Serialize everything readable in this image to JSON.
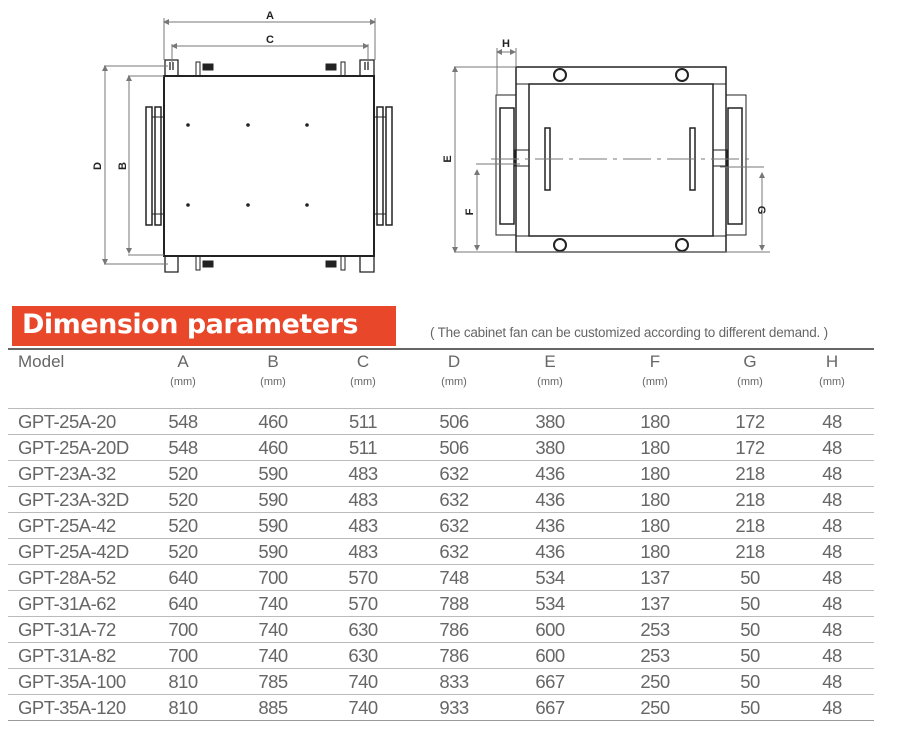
{
  "drawing_labels": {
    "A": "A",
    "B": "B",
    "C": "C",
    "D": "D",
    "E": "E",
    "F": "F",
    "G": "G",
    "H": "H"
  },
  "section": {
    "title": "Dimension parameters",
    "note": "( The cabinet fan can be customized according to different demand. )"
  },
  "table": {
    "headers": [
      {
        "label": "Model",
        "unit": ""
      },
      {
        "label": "A",
        "unit": "(mm)"
      },
      {
        "label": "B",
        "unit": "(mm)"
      },
      {
        "label": "C",
        "unit": "(mm)"
      },
      {
        "label": "D",
        "unit": "(mm)"
      },
      {
        "label": "E",
        "unit": "(mm)"
      },
      {
        "label": "F",
        "unit": "(mm)"
      },
      {
        "label": "G",
        "unit": "(mm)"
      },
      {
        "label": "H",
        "unit": "(mm)"
      }
    ],
    "rows": [
      [
        "GPT-25A-20",
        "548",
        "460",
        "511",
        "506",
        "380",
        "180",
        "172",
        "48"
      ],
      [
        "GPT-25A-20D",
        "548",
        "460",
        "511",
        "506",
        "380",
        "180",
        "172",
        "48"
      ],
      [
        "GPT-23A-32",
        "520",
        "590",
        "483",
        "632",
        "436",
        "180",
        "218",
        "48"
      ],
      [
        "GPT-23A-32D",
        "520",
        "590",
        "483",
        "632",
        "436",
        "180",
        "218",
        "48"
      ],
      [
        "GPT-25A-42",
        "520",
        "590",
        "483",
        "632",
        "436",
        "180",
        "218",
        "48"
      ],
      [
        "GPT-25A-42D",
        "520",
        "590",
        "483",
        "632",
        "436",
        "180",
        "218",
        "48"
      ],
      [
        "GPT-28A-52",
        "640",
        "700",
        "570",
        "748",
        "534",
        "137",
        "50",
        "48"
      ],
      [
        "GPT-31A-62",
        "640",
        "740",
        "570",
        "788",
        "534",
        "137",
        "50",
        "48"
      ],
      [
        "GPT-31A-72",
        "700",
        "740",
        "630",
        "786",
        "600",
        "253",
        "50",
        "48"
      ],
      [
        "GPT-31A-82",
        "700",
        "740",
        "630",
        "786",
        "600",
        "253",
        "50",
        "48"
      ],
      [
        "GPT-35A-100",
        "810",
        "785",
        "740",
        "833",
        "667",
        "250",
        "50",
        "48"
      ],
      [
        "GPT-35A-120",
        "810",
        "885",
        "740",
        "933",
        "667",
        "250",
        "50",
        "48"
      ]
    ]
  }
}
